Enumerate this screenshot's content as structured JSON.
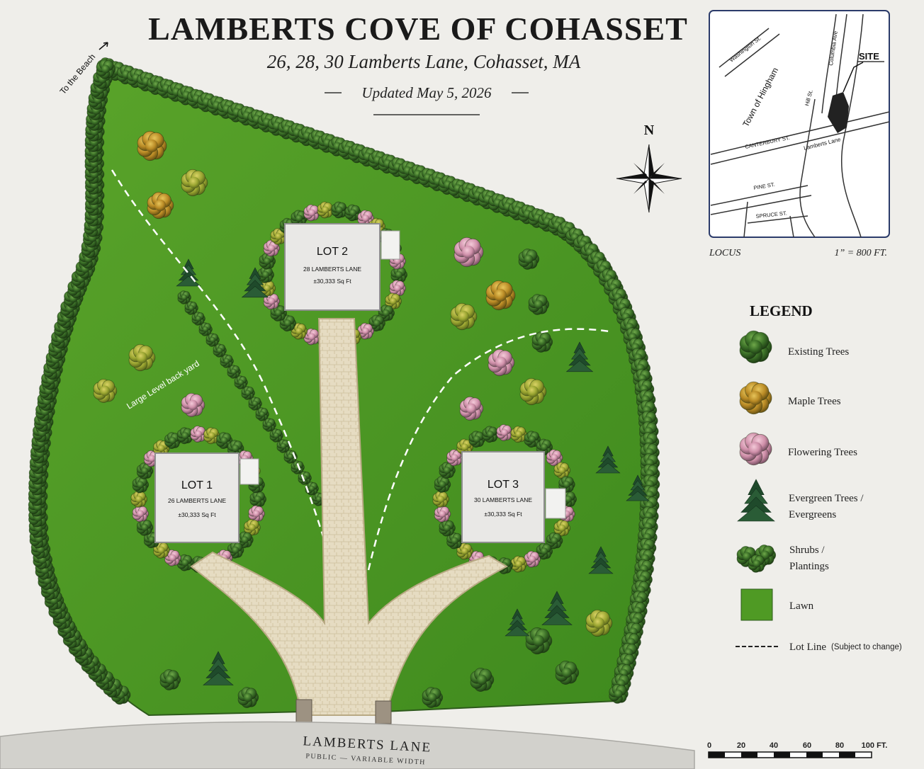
{
  "header": {
    "title": "LAMBERTS COVE OF COHASSET",
    "address": "26, 28, 30 Lamberts Lane, Cohasset, MA",
    "updated": "Updated May 5, 2026"
  },
  "site_labels": {
    "to_beach": "To the Beach",
    "backyard": "Large Level back yard"
  },
  "lots": [
    {
      "name": "LOT 1",
      "address": "26 LAMBERTS LANE",
      "area": "±30,333 Sq Ft"
    },
    {
      "name": "LOT 2",
      "address": "28 LAMBERTS LANE",
      "area": "±30,333 Sq Ft"
    },
    {
      "name": "LOT 3",
      "address": "30 LAMBERTS LANE",
      "area": "±30,333 Sq Ft"
    }
  ],
  "road": {
    "name": "LAMBERTS LANE",
    "sub": "PUBLIC — VARIABLE WIDTH"
  },
  "compass": {
    "north": "N"
  },
  "locus": {
    "streets": {
      "washington": "Washington St.",
      "columbia": "Columbia Ave",
      "site": "SITE",
      "hingham": "Town of Hingham",
      "hill": "Hill St.",
      "canterbury": "CANTERBURY ST.",
      "lamberts": "Lamberts Lane",
      "pine": "PINE ST.",
      "spruce": "SPRUCE ST."
    },
    "caption": "LOCUS",
    "scale": "1” = 800 FT."
  },
  "legend": {
    "title": "LEGEND",
    "items": [
      {
        "label": "Existing Trees"
      },
      {
        "label": "Maple Trees"
      },
      {
        "label": "Flowering Trees"
      },
      {
        "label": "Evergreen Trees /",
        "label2": "Evergreens"
      },
      {
        "label": "Shrubs /",
        "label2": "Plantings"
      },
      {
        "label": "Lawn"
      },
      {
        "label": "Lot Line",
        "note": "(Subject to change)"
      }
    ]
  },
  "scale_bar": {
    "ticks": [
      "0",
      "20",
      "40",
      "60",
      "80",
      "100 FT."
    ]
  },
  "colors": {
    "lawn": "#4f9a24",
    "tree_dark": "#2f5a1f",
    "maple": "#c69a2c",
    "flowering": "#d39ab1",
    "evergreen": "#1f4a2b",
    "path": "#e2d8bd"
  }
}
